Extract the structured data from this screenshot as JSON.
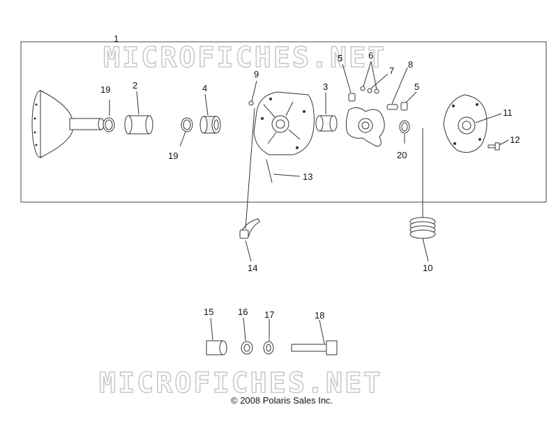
{
  "watermark_top": "MICROFICHES.NET",
  "watermark_bottom": "MICROFICHES.NET",
  "copyright": "© 2008 Polaris Sales Inc.",
  "callouts": {
    "c1": "1",
    "c2": "2",
    "c3": "3",
    "c4": "4",
    "c5a": "5",
    "c5b": "5",
    "c6": "6",
    "c7": "7",
    "c8": "8",
    "c9": "9",
    "c10": "10",
    "c11": "11",
    "c12": "12",
    "c13": "13",
    "c14": "14",
    "c15": "15",
    "c16": "16",
    "c17": "17",
    "c18": "18",
    "c19a": "19",
    "c19b": "19",
    "c20": "20"
  }
}
